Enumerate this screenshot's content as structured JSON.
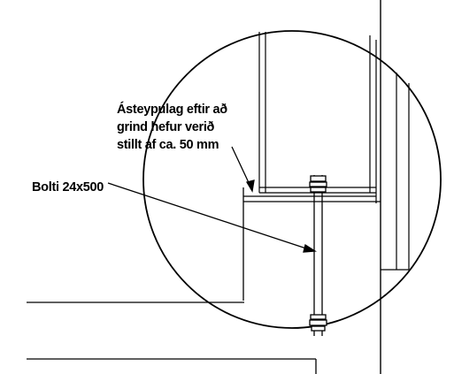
{
  "annotations": {
    "casting_note": {
      "line1": "Ásteypulag eftir að",
      "line2": "grind hefur verið",
      "line3": "stillt af ca. 50 mm"
    },
    "bolt_label": "Bolti 24x500"
  },
  "colors": {
    "line": "#000000",
    "background": "#ffffff"
  }
}
